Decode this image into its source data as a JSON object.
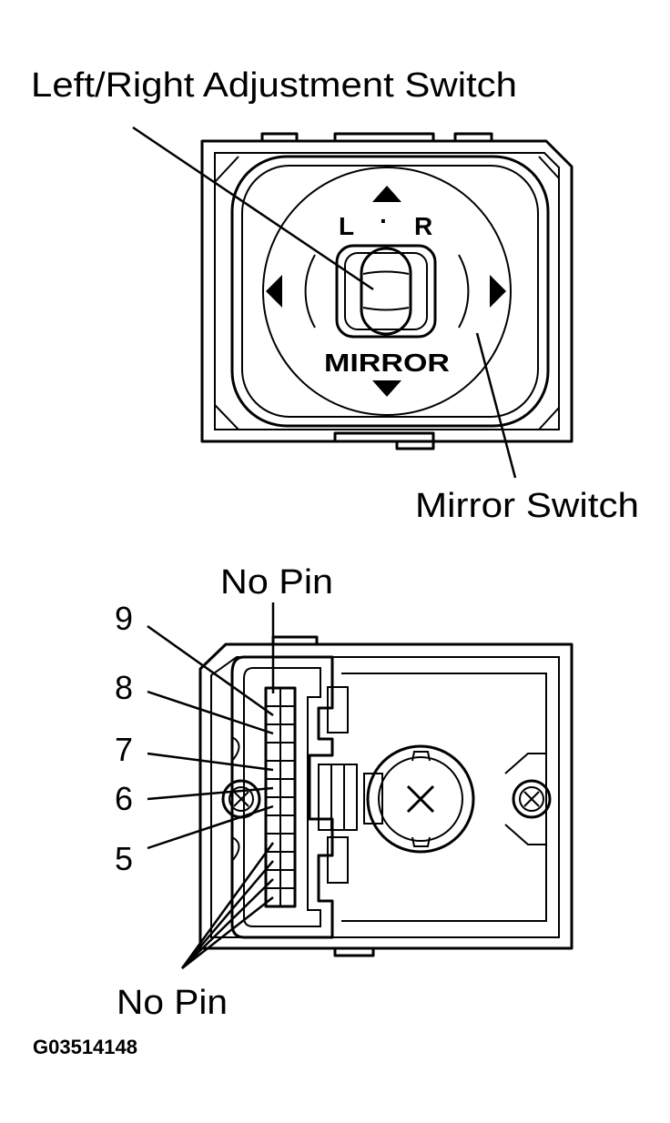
{
  "labels": {
    "left_right_adjustment_switch": "Left/Right Adjustment Switch",
    "mirror_switch": "Mirror Switch",
    "no_pin_top": "No Pin",
    "no_pin_bottom": "No Pin",
    "figure_code": "G03514148"
  },
  "switch_face": {
    "left_letter": "L",
    "dot": "·",
    "right_letter": "R",
    "mirror_text": "MIRROR"
  },
  "connector_pins": [
    "9",
    "8",
    "7",
    "6",
    "5"
  ]
}
